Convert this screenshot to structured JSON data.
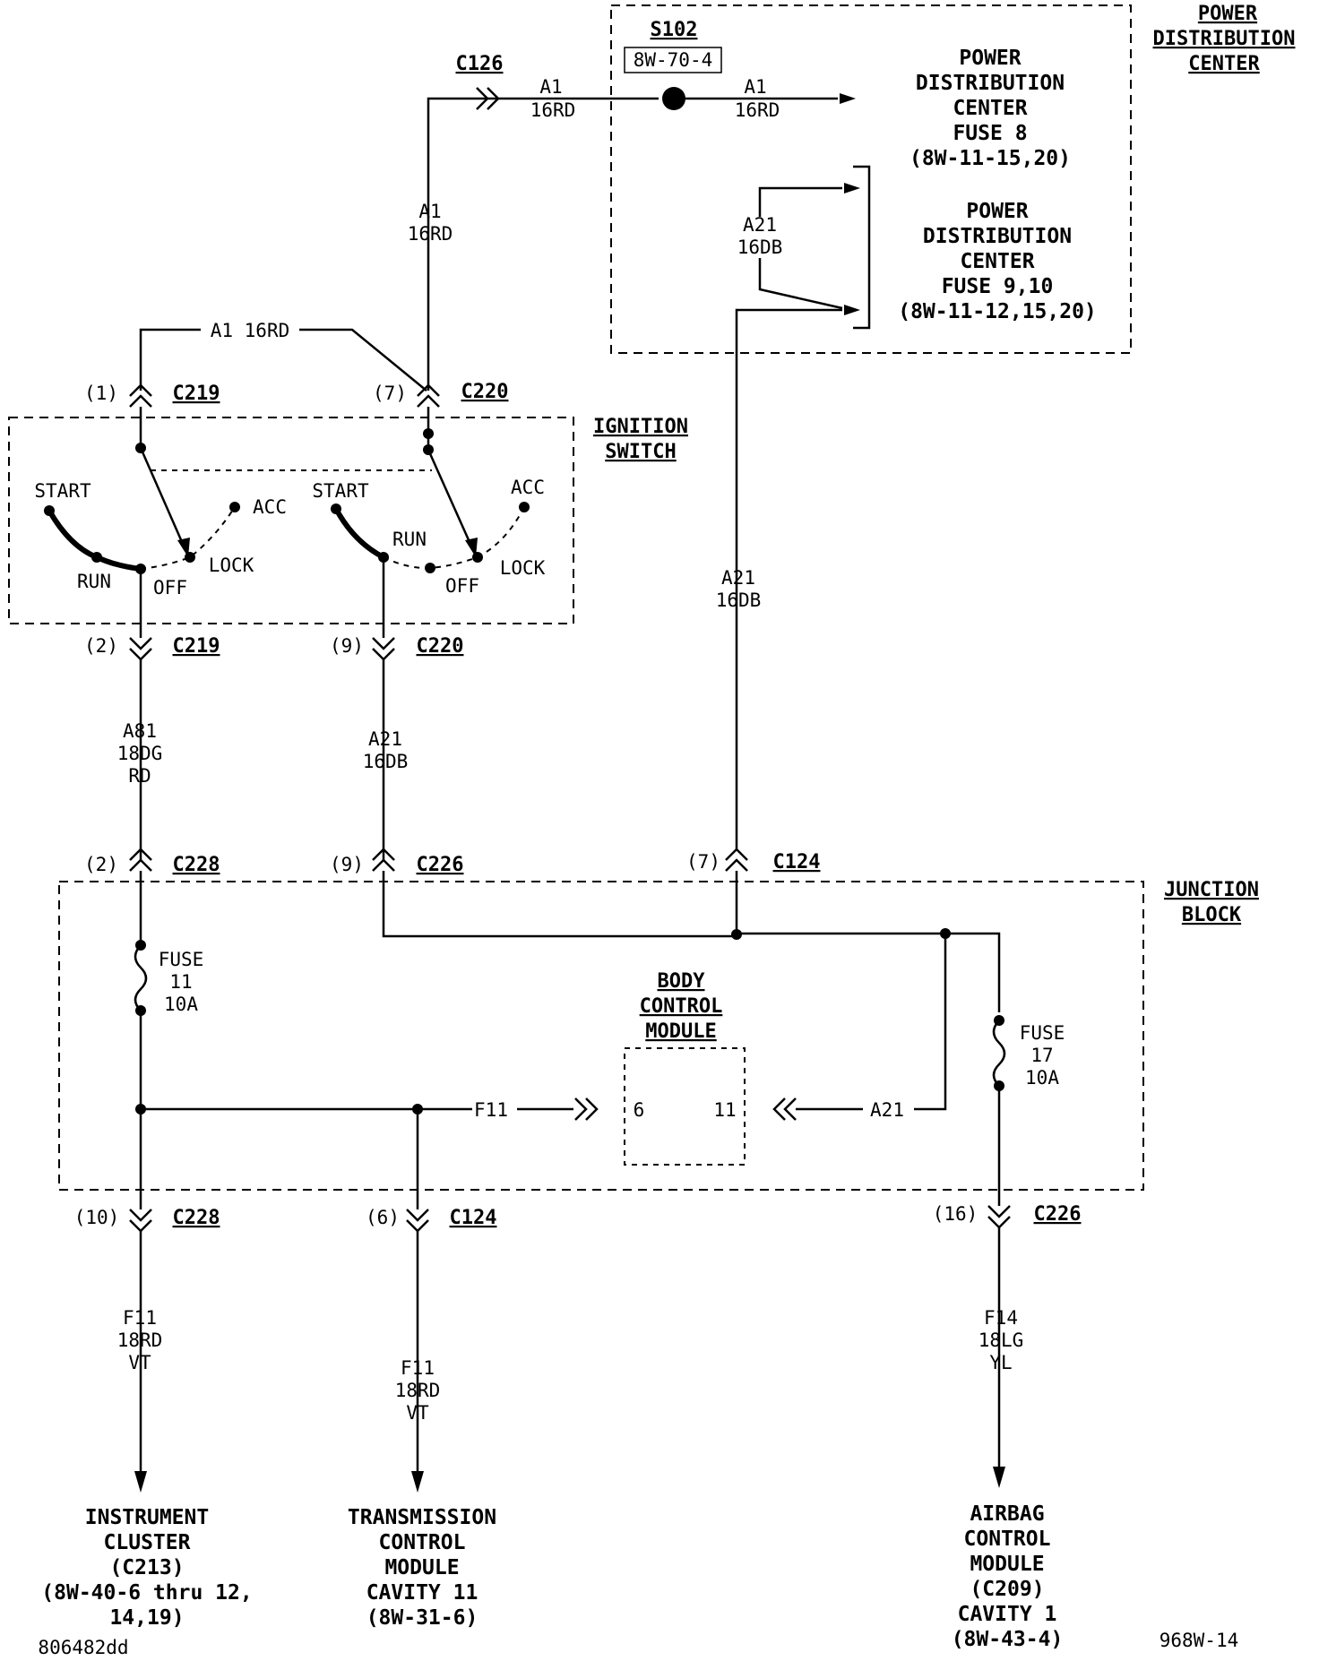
{
  "pdc": {
    "title": [
      "POWER",
      "DISTRIBUTION",
      "CENTER"
    ],
    "splice": "S102",
    "splice_ref": "8W-70-4",
    "fuse8": [
      "POWER",
      "DISTRIBUTION",
      "CENTER",
      "FUSE 8",
      "(8W-11-15,20)"
    ],
    "fuse910": [
      "POWER",
      "DISTRIBUTION",
      "CENTER",
      "FUSE 9,10",
      "(8W-11-12,15,20)"
    ]
  },
  "ignition": {
    "title": [
      "IGNITION",
      "SWITCH"
    ],
    "start": "START",
    "run": "RUN",
    "off": "OFF",
    "lock": "LOCK",
    "acc": "ACC"
  },
  "junction": {
    "title": [
      "JUNCTION",
      "BLOCK"
    ]
  },
  "bcm": {
    "title": [
      "BODY",
      "CONTROL",
      "MODULE"
    ],
    "pin6": "6",
    "pin11": "11"
  },
  "connectors": {
    "c126": "C126",
    "c219": "C219",
    "c220": "C220",
    "c228": "C228",
    "c226": "C226",
    "c124": "C124",
    "pins": {
      "p1": "(1)",
      "p7": "(7)",
      "p2": "(2)",
      "p9": "(9)",
      "p10": "(10)",
      "p6": "(6)",
      "p16": "(16)"
    }
  },
  "wires": {
    "a1": "A1",
    "a1_16rd": "A1 16RD",
    "rd16": "16RD",
    "a21": "A21",
    "db16": "16DB",
    "a81": "A81",
    "dg18": "18DG",
    "rd": "RD",
    "f11": "F11",
    "rd18": "18RD",
    "vt": "VT",
    "f14": "F14",
    "lg18": "18LG",
    "yl": "YL"
  },
  "fuses": {
    "fuse11": [
      "FUSE",
      "11",
      "10A"
    ],
    "fuse17": [
      "FUSE",
      "17",
      "10A"
    ]
  },
  "destinations": {
    "cluster": [
      "INSTRUMENT",
      "CLUSTER",
      "(C213)",
      "(8W-40-6 thru 12,",
      "14,19)"
    ],
    "tcm": [
      "TRANSMISSION",
      "CONTROL",
      "MODULE",
      "CAVITY 11",
      "(8W-31-6)"
    ],
    "acm": [
      "AIRBAG",
      "CONTROL",
      "MODULE",
      "(C209)",
      "CAVITY 1",
      "(8W-43-4)"
    ]
  },
  "footer": {
    "left": "806482dd",
    "right": "968W-14"
  }
}
